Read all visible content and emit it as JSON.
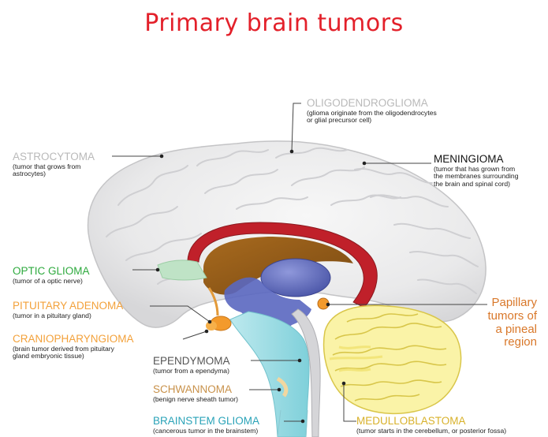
{
  "title": "Primary brain tumors",
  "colors": {
    "title": "#e3202a",
    "oligodendroglioma": "#b9b9b9",
    "astrocytoma": "#b9b9b9",
    "meningioma": "#111111",
    "optic_glioma": "#2eaa3e",
    "pituitary_adenoma": "#f3a13a",
    "craniopharyngioma": "#f3a13a",
    "ependymoma": "#555555",
    "schwannoma": "#c8914a",
    "brainstem_glioma": "#2aa3b8",
    "medulloblastoma": "#d8b12a",
    "pineal": "#d9782a"
  },
  "labels": {
    "oligodendroglioma": {
      "name": "OLIGODENDROGLIOMA",
      "desc": [
        "(glioma originate from the oligodendrocytes",
        "or glial precursor cell)"
      ]
    },
    "astrocytoma": {
      "name": "ASTROCYTOMA",
      "desc": [
        "(tumor that grows from",
        "astrocytes)"
      ]
    },
    "meningioma": {
      "name": "MENINGIOMA",
      "desc": [
        "(tumor that has grown from",
        "the membranes surrounding",
        "the brain and spinal cord)"
      ]
    },
    "optic_glioma": {
      "name": "OPTIC GLIOMA",
      "desc": [
        "(tumor of a optic nerve)"
      ]
    },
    "pituitary_adenoma": {
      "name": "PITUITARY ADENOMA",
      "desc": [
        "(tumor in a pituitary gland)"
      ]
    },
    "craniopharyngioma": {
      "name": "CRANIOPHARYNGIOMA",
      "desc": [
        "(brain tumor derived from pituitary",
        "gland embryonic tissue)"
      ]
    },
    "ependymoma": {
      "name": "EPENDYMOMA",
      "desc": [
        "(tumor from a ependyma)"
      ]
    },
    "schwannoma": {
      "name": "SCHWANNOMA",
      "desc": [
        "(benign nerve sheath tumor)"
      ]
    },
    "brainstem_glioma": {
      "name": "BRAINSTEM GLIOMA",
      "desc": [
        "(cancerous tumor in the brainstem)"
      ]
    },
    "medulloblastoma": {
      "name": "MEDULLOBLASTOMA",
      "desc": [
        "(tumor starts in the cerebellum, or posterior fossa)"
      ]
    },
    "pineal": {
      "lines": [
        "Papillary",
        "tumors of",
        "a pineal",
        "region"
      ]
    }
  }
}
